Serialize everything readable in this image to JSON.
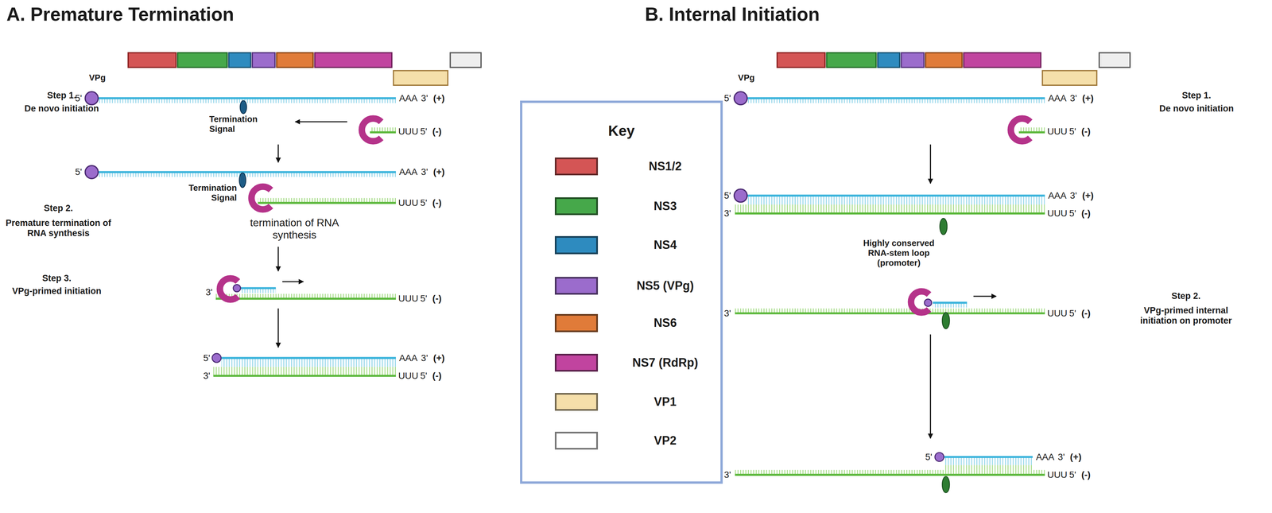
{
  "diagram": {
    "nodes": [
      {
        "text": [
          "Key"
        ]
      }
    ],
    "labels": [
      "A. Premature Termination",
      "B. Internal Initiation",
      "VPg",
      "Step 1.",
      "De novo initiation",
      "5'",
      "AAA",
      "3'",
      "(+)",
      "Termination Signal",
      "UUU",
      "5'",
      "(-)",
      "5'",
      "AAA",
      "3'",
      "(+)",
      "Termination Signal",
      "Step 2.",
      "Premature termination of RNA synthesis",
      "UUU",
      "5'",
      "(-)",
      "termination of RNA synthesis",
      "Step 3.",
      "VPg-primed initiation",
      "3'",
      "UUU",
      "5'",
      "(-)",
      "5'",
      "AAA",
      "3'",
      "(+)",
      "3'",
      "UUU",
      "5'",
      "(-)",
      "VPg",
      "5'",
      "AAA",
      "3'",
      "(+)",
      "Step 1.",
      "De novo initiation",
      "UUU",
      "5'",
      "(-)",
      "5'",
      "AAA",
      "3'",
      "(+)",
      "3'",
      "UUU",
      "5'",
      "(-)",
      "Highly conserved RNA-stem loop (promoter)",
      "Step 2.",
      "VPg-primed internal initiation on promoter",
      "3'",
      "UUU",
      "5'",
      "(-)",
      "5'",
      "AAA",
      "3'",
      "(+)",
      "3'",
      "UUU",
      "5'",
      "(-)"
    ],
    "legend": [
      {
        "text": "NS1/2",
        "color": "#d45555"
      },
      {
        "text": "NS3",
        "color": "#46a84a"
      },
      {
        "text": "NS4",
        "color": "#2e8bbf"
      },
      {
        "text": "NS5 (VPg)",
        "color": "#9b6ccc"
      },
      {
        "text": "NS6",
        "color": "#e07b39"
      },
      {
        "text": "NS7 (RdRp)",
        "color": "#c1449f"
      },
      {
        "text": "VP1",
        "color": "#f5dfaa"
      },
      {
        "text": "VP2",
        "color": "#ffffff"
      }
    ]
  }
}
